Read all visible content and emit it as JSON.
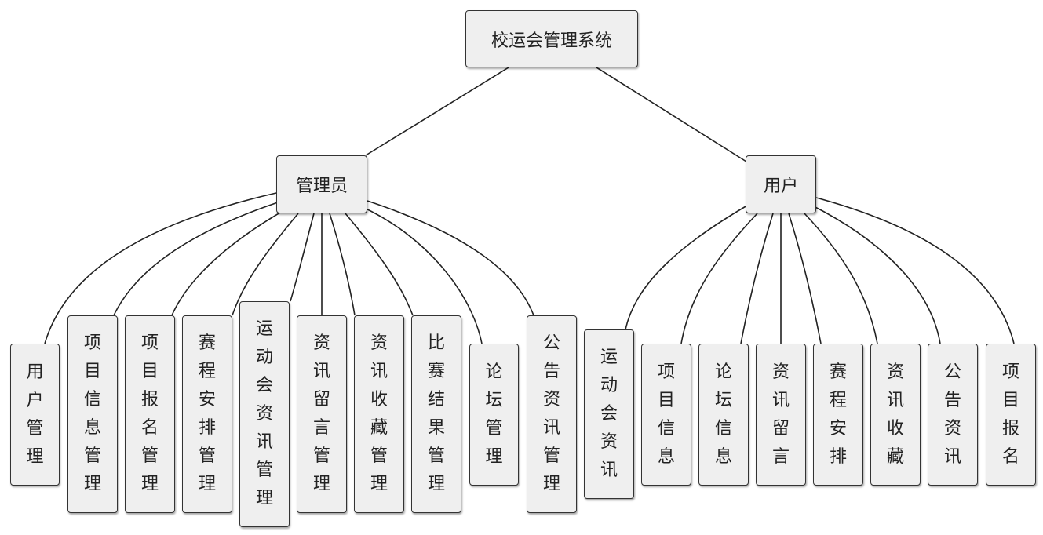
{
  "root": "校运会管理系统",
  "admin": {
    "label": "管理员",
    "children": [
      "用户管理",
      "项目信息管理",
      "项目报名管理",
      "赛程安排管理",
      "运动会资讯管理",
      "资讯留言管理",
      "资讯收藏管理",
      "比赛结果管理",
      "论坛管理",
      "公告资讯管理"
    ]
  },
  "user": {
    "label": "用户",
    "children": [
      "运动会资讯",
      "项目信息",
      "论坛信息",
      "资讯留言",
      "赛程安排",
      "资讯收藏",
      "公告资讯",
      "项目报名"
    ]
  }
}
